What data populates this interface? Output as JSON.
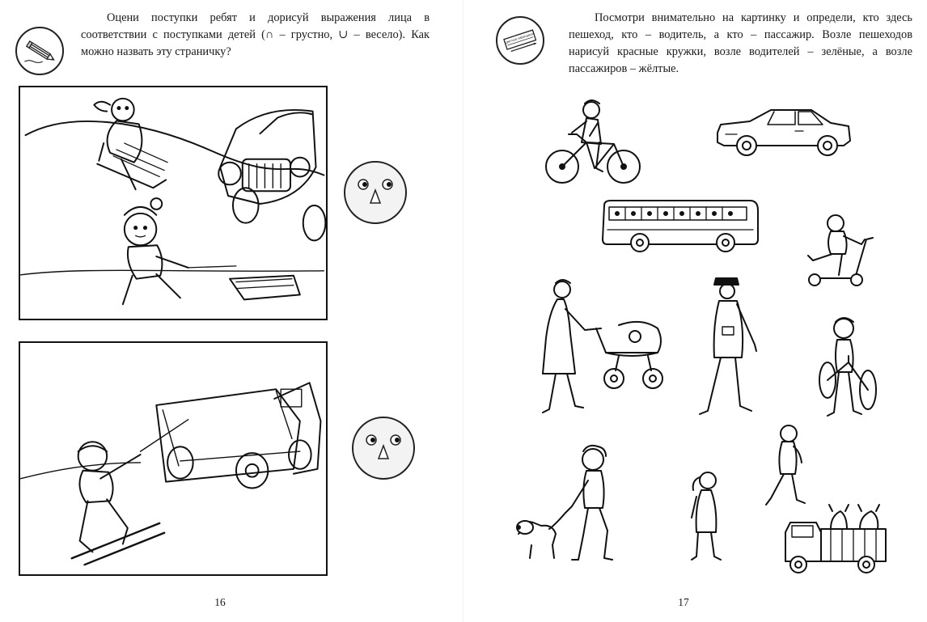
{
  "left_page": {
    "icon": "pencil-icon",
    "instruction": "Оцени поступки ребят и дорисуй выражения лица в соответствии с поступками детей (∩ – грустно, ∪ – весело). Как можно назвать эту страничку?",
    "page_number": "16",
    "scenes": [
      {
        "id": "sled-scene",
        "face": "blank-face-icon"
      },
      {
        "id": "ski-scene",
        "face": "blank-face-icon"
      }
    ]
  },
  "right_page": {
    "icon": "pencils-box-icon",
    "box_label": "Цветные карандаши",
    "instruction": "Посмотри внимательно на картинку и определи, кто здесь пешеход, кто – водитель, а кто – пассажир. Возле пешеходов нарисуй красные кружки, возле водителей – зелёные, а возле пассажиров – жёлтые.",
    "page_number": "17",
    "figures": [
      "cyclist-icon",
      "car-icon",
      "bus-icon",
      "scooter-boy-icon",
      "woman-with-stroller-icon",
      "policeman-icon",
      "boy-with-bicycle-icon",
      "boy-with-dog-icon",
      "girl-icon",
      "walking-boy-icon",
      "truck-with-cows-icon"
    ]
  }
}
